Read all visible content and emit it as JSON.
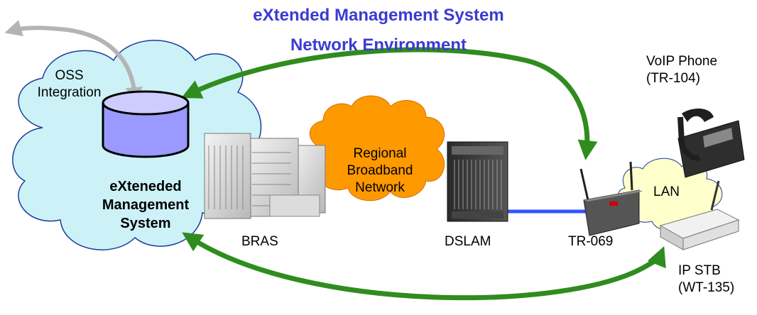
{
  "title": {
    "line1": "eXtended Management System",
    "line2": "Network Environment"
  },
  "labels": {
    "oss_line1": "OSS",
    "oss_line2": "Integration",
    "ems_line1": "eXteneded",
    "ems_line2": "Management",
    "ems_line3": "System",
    "regional_line1": "Regional",
    "regional_line2": "Broadband",
    "regional_line3": "Network",
    "bras": "BRAS",
    "dslam": "DSLAM",
    "tr069": "TR-069",
    "lan": "LAN",
    "voip_line1": "VoIP Phone",
    "voip_line2": "(TR-104)",
    "stb_line1": "IP STB",
    "stb_line2": "(WT-135)"
  },
  "colors": {
    "title": "#3b3bd1",
    "ems_cloud": "#ccf2f8",
    "regional_cloud": "#ff9900",
    "lan_cloud": "#ffffcc",
    "arrow_green": "#2f8c1e",
    "arrow_gray": "#b4b4b4",
    "link_blue": "#3355ff",
    "database": "#9999ff"
  },
  "icons": {
    "database": "database-icon",
    "bras": "router-chassis-icon",
    "dslam": "dslam-rack-icon",
    "modem": "wireless-gateway-icon",
    "phone": "voip-phone-icon",
    "stb": "set-top-box-icon"
  }
}
